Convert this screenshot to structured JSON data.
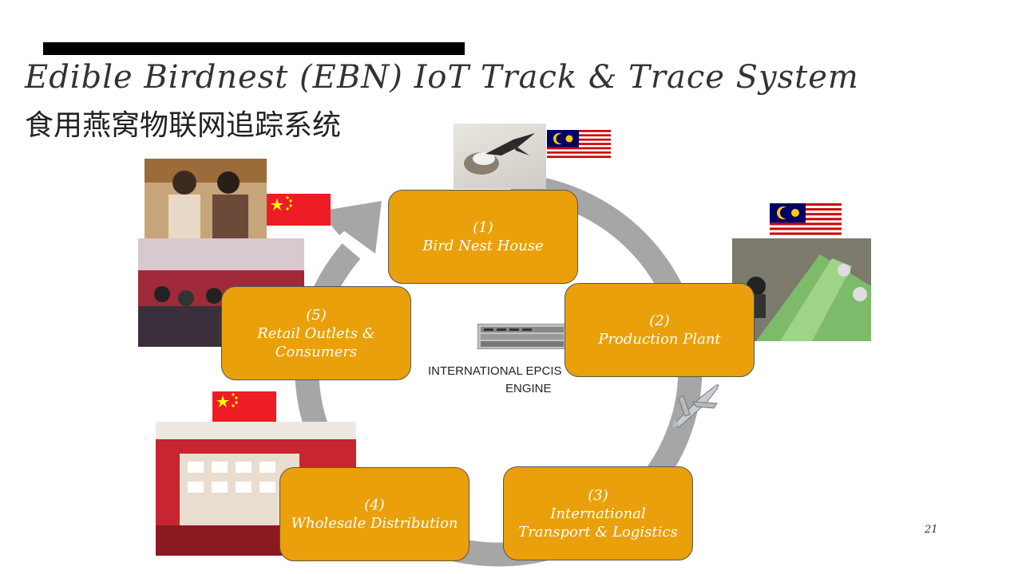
{
  "header": {
    "title": "Edible Birdnest (EBN) IoT Track & Trace System",
    "subtitle": "食用燕窝物联网追踪系统"
  },
  "stages": [
    {
      "number": "(1)",
      "label": "Bird Nest House"
    },
    {
      "number": "(2)",
      "label": "Production Plant"
    },
    {
      "number": "(3)",
      "label_line1": "International",
      "label_line2": "Transport & Logistics"
    },
    {
      "number": "(4)",
      "label": "Wholesale Distribution"
    },
    {
      "number": "(5)",
      "label_line1": "Retail Outlets &",
      "label_line2": "Consumers"
    }
  ],
  "engine": {
    "line1": "INTERNATIONAL EPCIS",
    "line2": "ENGINE"
  },
  "flags": [
    "malaysia-flag",
    "china-flag"
  ],
  "colors": {
    "box_fill": "#E9A00A",
    "cycle_arrow": "#A6A6A6",
    "title": "#333333"
  },
  "footer": {
    "page_number": "21"
  }
}
